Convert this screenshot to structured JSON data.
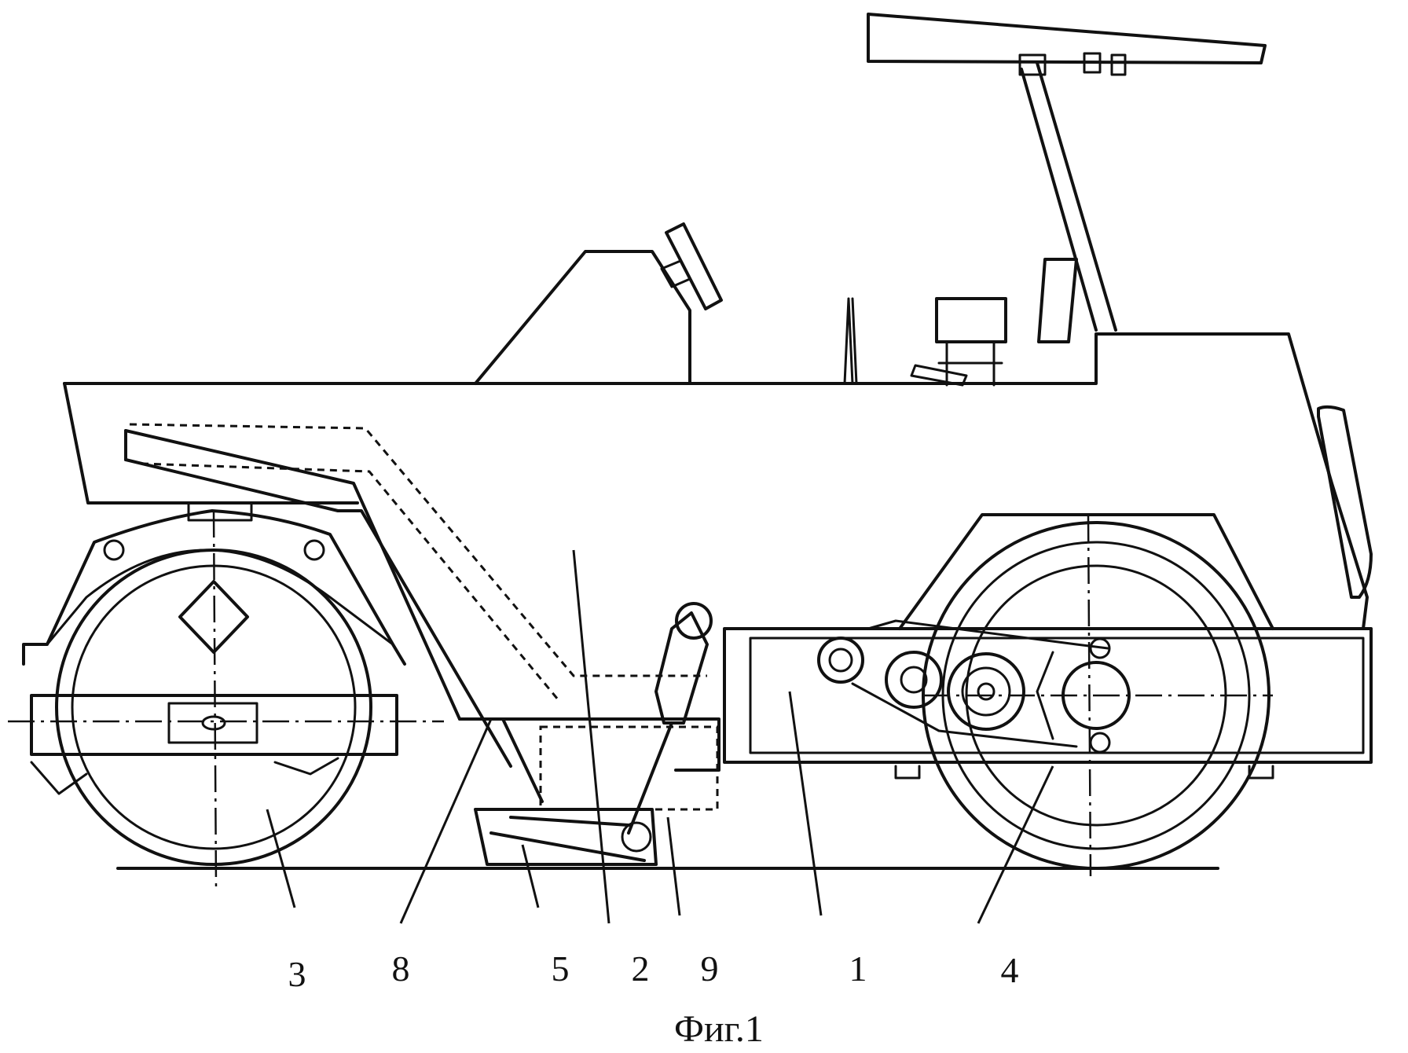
{
  "figure": {
    "caption": "Фиг.1",
    "labels": {
      "frame": "1",
      "middle": "2",
      "front_roller": "3",
      "rear_roller": "4",
      "pad": "5",
      "arm": "8",
      "cylinder": "9"
    }
  }
}
